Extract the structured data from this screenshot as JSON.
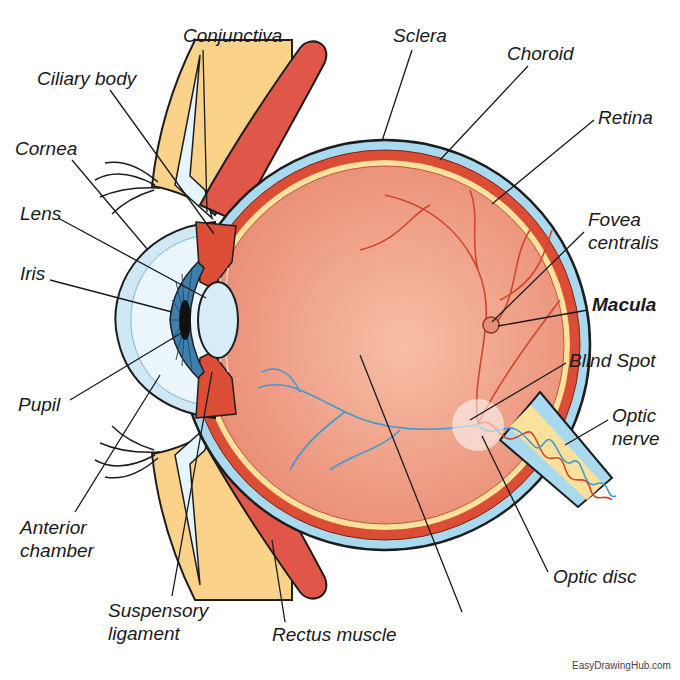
{
  "diagram": {
    "labels": [
      "Conjunctiva",
      "Sclera",
      "Choroid",
      "Ciliary body",
      "Retina",
      "Cornea",
      "Lens",
      "Fovea centralis",
      "Iris",
      "Macula",
      "Blind Spot",
      "Pupil",
      "Optic nerve",
      "Anterior chamber",
      "Optic disc",
      "Suspensory ligament",
      "Rectus muscle",
      "EasyDrawingHub.com"
    ]
  }
}
